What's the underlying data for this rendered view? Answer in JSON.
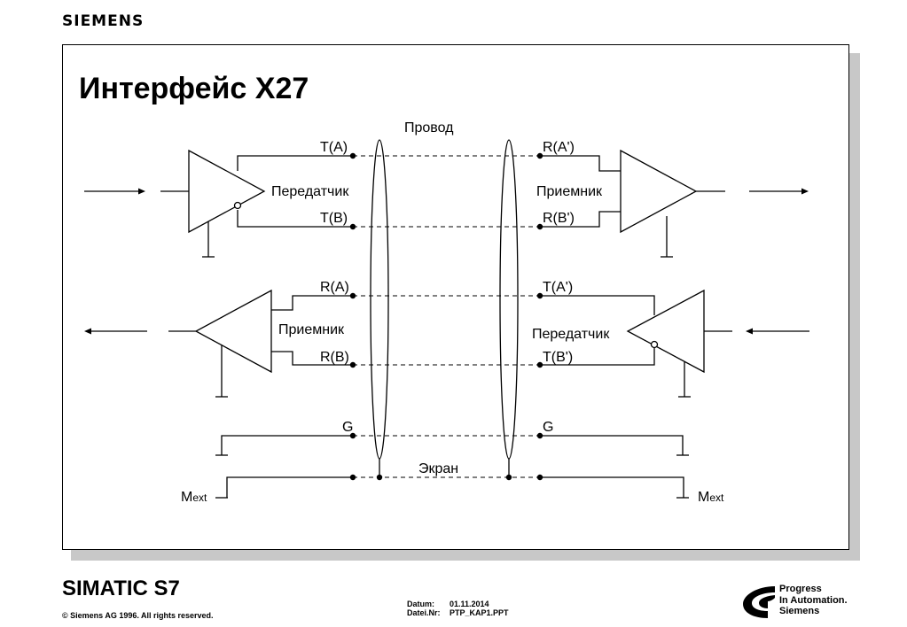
{
  "header": {
    "brand": "SIEMENS"
  },
  "slide": {
    "title": "Интерфейс X27",
    "labels": {
      "wire": "Провод",
      "screen": "Экран",
      "transmitter_left": "Передатчик",
      "receiver_right": "Приемник",
      "receiver_left": "Приемник",
      "transmitter_right": "Передатчик",
      "t_a": "T(A)",
      "t_b": "T(B)",
      "r_a_prime": "R(A')",
      "r_b_prime": "R(B')",
      "r_a": "R(A)",
      "r_b": "R(B)",
      "t_a_prime": "T(A')",
      "t_b_prime": "T(B')",
      "g_left": "G",
      "g_right": "G",
      "m_left_main": "M",
      "m_left_sub": "ext",
      "m_right_main": "M",
      "m_right_sub": "ext"
    }
  },
  "footer": {
    "product": "SIMATIC S7",
    "copyright": "© Siemens AG 1996. All rights reserved.",
    "date_label": "Datum:",
    "date_value": "01.11.2014",
    "file_label": "Datei.Nr:",
    "file_value": "PTP_KAP1.PPT",
    "logo_lines": [
      "Progress",
      "In Automation.",
      "Siemens"
    ]
  }
}
